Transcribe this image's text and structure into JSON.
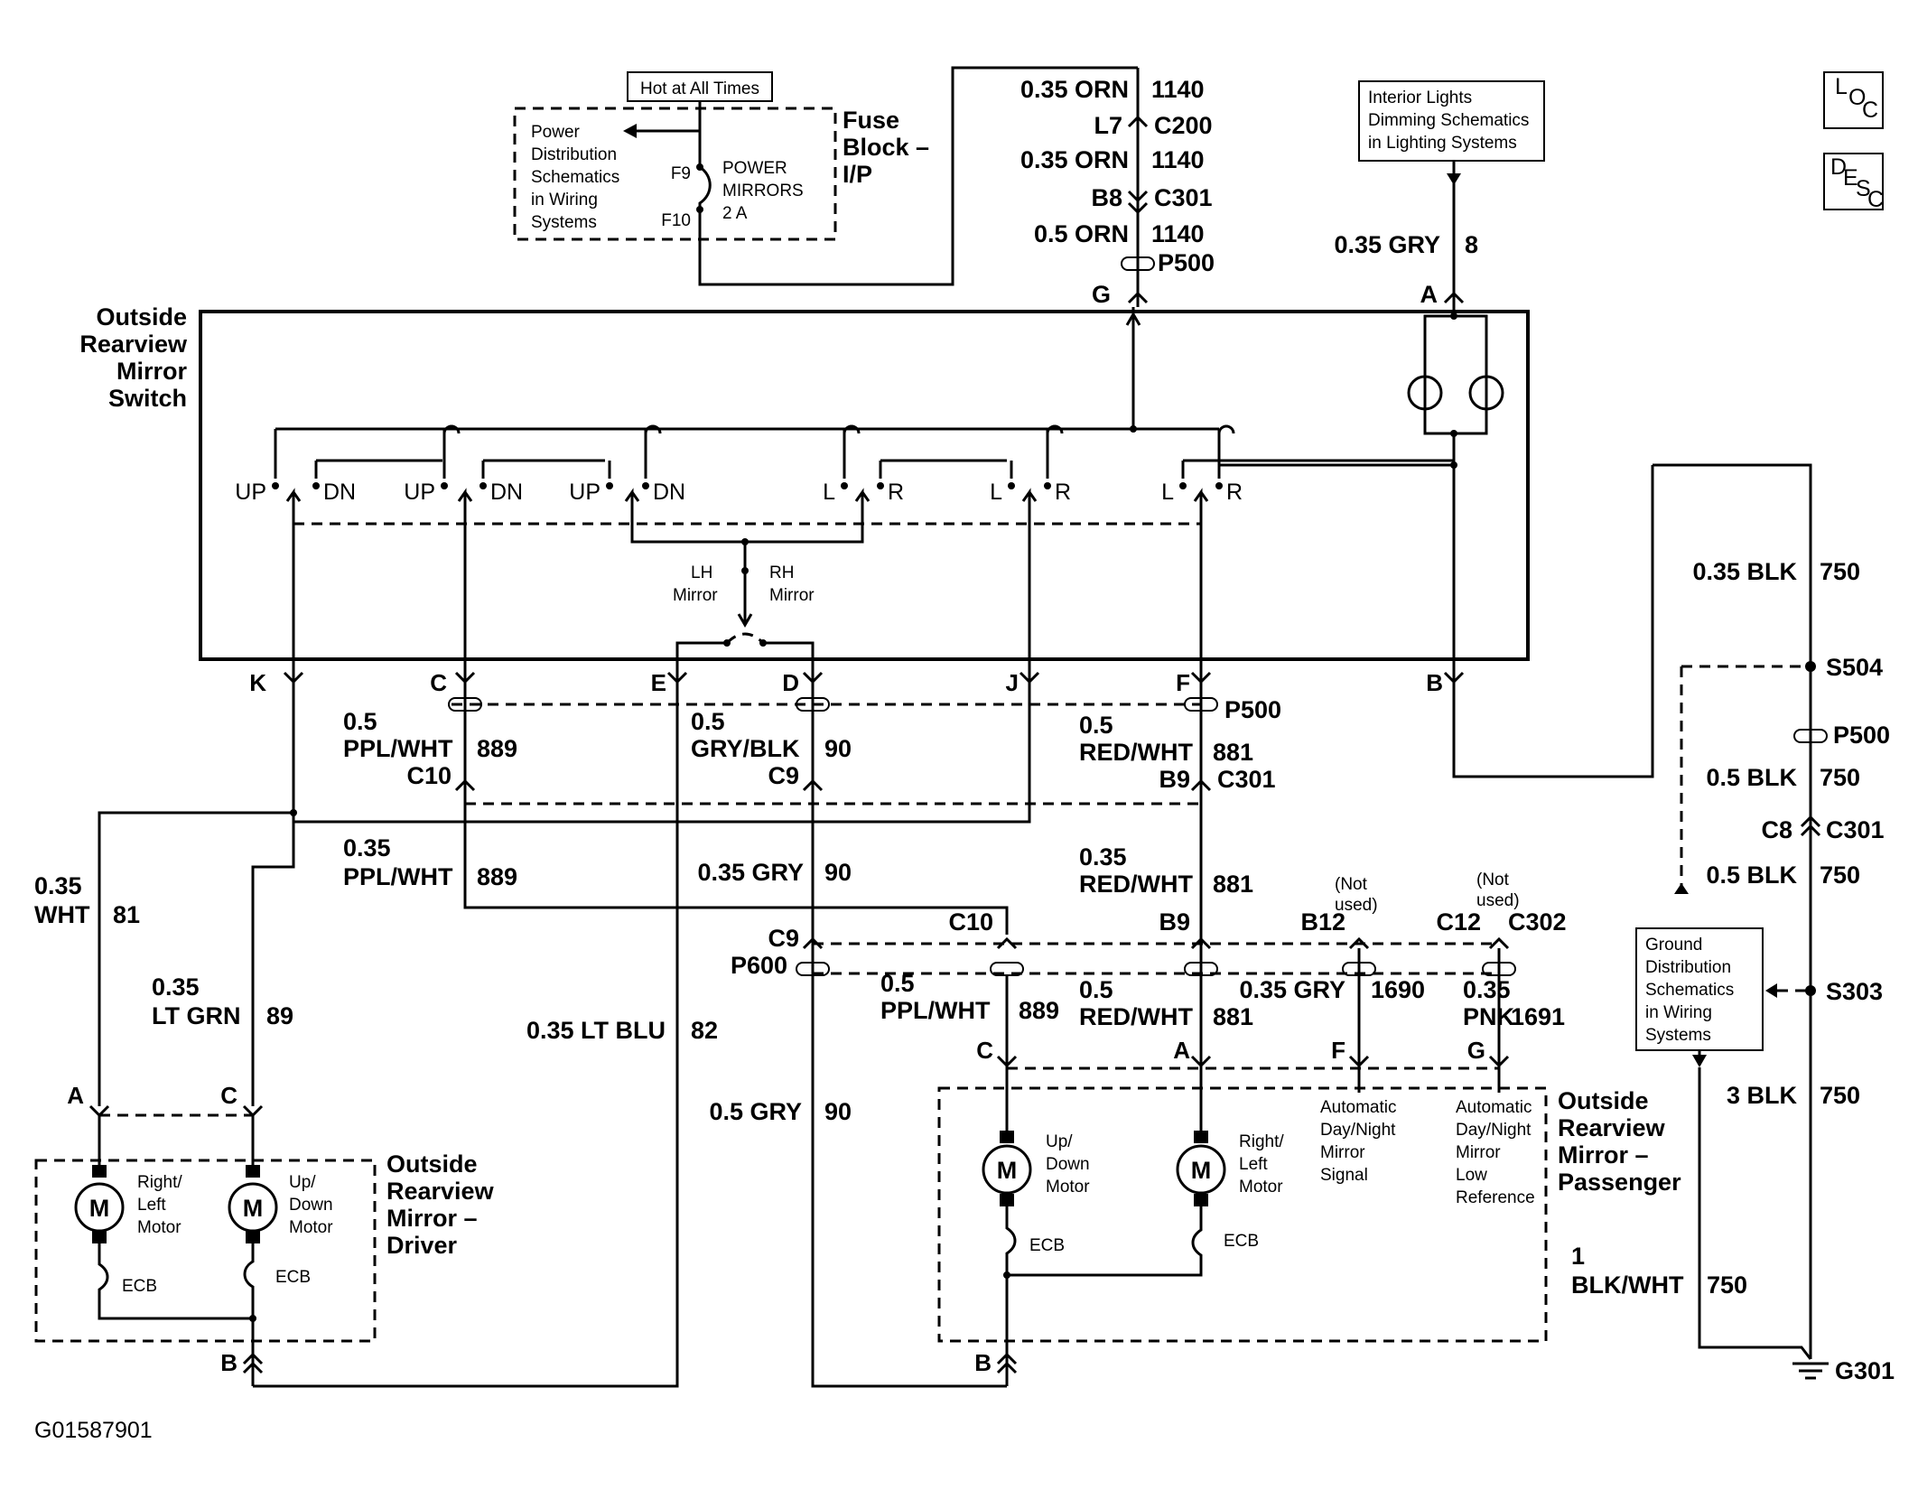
{
  "fuse_block": {
    "hot_label": "Hot at All Times",
    "power_dist": [
      "Power",
      "Distribution",
      "Schematics",
      "in Wiring",
      "Systems"
    ],
    "f9": "F9",
    "f10": "F10",
    "fuse_name": [
      "POWER",
      "MIRRORS",
      "2 A"
    ],
    "name": [
      "Fuse",
      "Block –",
      "I/P"
    ]
  },
  "top_wires": {
    "w1": "0.35 ORN",
    "c1": "1140",
    "l7": "L7",
    "c200": "C200",
    "w2": "0.35 ORN",
    "c2": "1140",
    "b8": "B8",
    "c301": "C301",
    "w3": "0.5 ORN",
    "c3": "1140",
    "p500": "P500",
    "g": "G"
  },
  "interior_lights": [
    "Interior Lights",
    "Dimming Schematics",
    "in Lighting Systems"
  ],
  "gry8": {
    "wire": "0.35 GRY",
    "circuit": "8",
    "pin": "A"
  },
  "badges": {
    "loc": [
      "L",
      "O",
      "C"
    ],
    "desc": [
      "D",
      "E",
      "S",
      "C"
    ]
  },
  "switch": {
    "name": [
      "Outside",
      "Rearview",
      "Mirror",
      "Switch"
    ],
    "labels": [
      "UP",
      "DN",
      "UP",
      "DN",
      "UP",
      "DN",
      "L",
      "R",
      "L",
      "R",
      "L",
      "R"
    ],
    "lh": [
      "LH",
      "Mirror"
    ],
    "rh": [
      "RH",
      "Mirror"
    ]
  },
  "pins": [
    "K",
    "C",
    "E",
    "D",
    "J",
    "F",
    "B"
  ],
  "mid": {
    "p500": "P500",
    "c_wire": [
      "0.5",
      "PPL/WHT"
    ],
    "c_circ": "889",
    "c10": "C10",
    "d_wire": [
      "0.5",
      "GRY/BLK"
    ],
    "d_circ": "90",
    "c9": "C9",
    "f_wire": [
      "0.5",
      "RED/WHT"
    ],
    "f_circ": "881",
    "b9": "B9",
    "c301": "C301"
  },
  "left": {
    "wht": [
      "0.35",
      "WHT"
    ],
    "wht_circ": "81",
    "grn": [
      "0.35",
      "LT GRN"
    ],
    "grn_circ": "89",
    "ppl": [
      "0.35",
      "PPL/WHT"
    ],
    "ppl_circ": "889",
    "gry": "0.35 GRY",
    "gry_circ": "90",
    "blu": "0.35 LT BLU",
    "blu_circ": "82",
    "gry2": "0.5 GRY",
    "gry2_circ": "90"
  },
  "right_mid": {
    "red": [
      "0.35",
      "RED/WHT"
    ],
    "red_circ": "881",
    "notused1": [
      "(Not",
      "used)"
    ],
    "notused2": [
      "(Not",
      "used)"
    ],
    "c9": "C9",
    "p600": "P600",
    "c10": "C10",
    "b9": "B9",
    "b12": "B12",
    "c12": "C12",
    "c302": "C302",
    "ppl": [
      "0.5",
      "PPL/WHT"
    ],
    "ppl_circ": "889",
    "red2": [
      "0.5",
      "RED/WHT"
    ],
    "red2_circ": "881",
    "gry": "0.35 GRY",
    "gry_circ": "1690",
    "pnk": [
      "0.35",
      "PNK"
    ],
    "pnk_circ": "1691",
    "pins": [
      "C",
      "A",
      "F",
      "G"
    ]
  },
  "driver": {
    "pin_a": "A",
    "pin_c": "C",
    "pin_b": "B",
    "motor1": [
      "Right/",
      "Left",
      "Motor"
    ],
    "motor2": [
      "Up/",
      "Down",
      "Motor"
    ],
    "ecb": "ECB",
    "m": "M",
    "name": [
      "Outside",
      "Rearview",
      "Mirror –",
      "Driver"
    ]
  },
  "passenger": {
    "motor1": [
      "Up/",
      "Down",
      "Motor"
    ],
    "motor2": [
      "Right/",
      "Left",
      "Motor"
    ],
    "ecb": "ECB",
    "m": "M",
    "signal": [
      "Automatic",
      "Day/Night",
      "Mirror",
      "Signal"
    ],
    "lowref": [
      "Automatic",
      "Day/Night",
      "Mirror",
      "Low",
      "Reference"
    ],
    "name": [
      "Outside",
      "Rearview",
      "Mirror –",
      "Passenger"
    ],
    "pin_b": "B",
    "one": "1",
    "blkwht": "BLK/WHT",
    "blkwht_circ": "750"
  },
  "ground": {
    "blk1": "0.35 BLK",
    "blk1_circ": "750",
    "s504": "S504",
    "p500": "P500",
    "blk2": "0.5 BLK",
    "blk2_circ": "750",
    "c8": "C8",
    "c301": "C301",
    "blk3": "0.5 BLK",
    "blk3_circ": "750",
    "s303": "S303",
    "blk4": "3 BLK",
    "blk4_circ": "750",
    "g301": "G301",
    "gds": [
      "Ground",
      "Distribution",
      "Schematics",
      "in Wiring",
      "Systems"
    ]
  },
  "figure_id": "G01587901"
}
